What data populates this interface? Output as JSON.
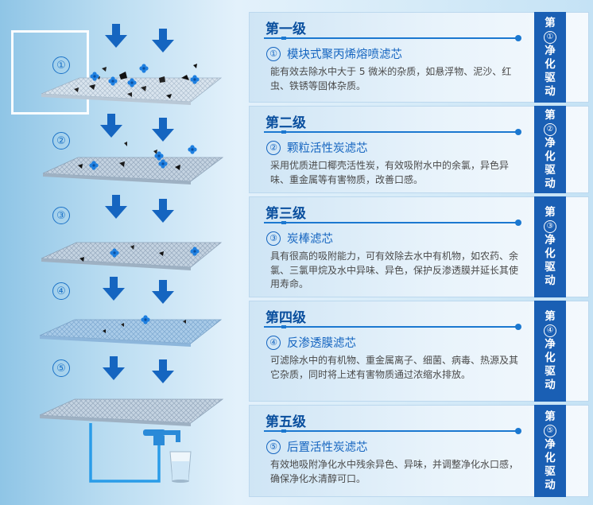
{
  "left_numbers": [
    "①",
    "②",
    "③",
    "④",
    "⑤"
  ],
  "stages": [
    {
      "level": "第一级",
      "num": "①",
      "title": "模块式聚丙烯熔喷滤芯",
      "desc": "能有效去除水中大于 5 微米的杂质，如悬浮物、泥沙、红虫、铁锈等固体杂质。",
      "badge": {
        "top": "第",
        "num": "①",
        "chars": [
          "净",
          "化",
          "驱",
          "动"
        ]
      }
    },
    {
      "level": "第二级",
      "num": "②",
      "title": "颗粒活性炭滤芯",
      "desc": "采用优质进口椰壳活性炭，有效吸附水中的余氯，异色异味、重金属等有害物质，改善口感。",
      "badge": {
        "top": "第",
        "num": "②",
        "chars": [
          "净",
          "化",
          "驱",
          "动"
        ]
      }
    },
    {
      "level": "第三级",
      "num": "③",
      "title": "炭棒滤芯",
      "desc": "具有很高的吸附能力，可有效除去水中有机物，如农药、余氯、三氯甲烷及水中异味、异色，保护反渗透膜并延长其使用寿命。",
      "badge": {
        "top": "第",
        "num": "③",
        "chars": [
          "净",
          "化",
          "驱",
          "动"
        ]
      }
    },
    {
      "level": "第四级",
      "num": "④",
      "title": "反渗透膜滤芯",
      "desc": "可滤除水中的有机物、重金属离子、细菌、病毒、热源及其它杂质，同时将上述有害物质通过浓缩水排放。",
      "badge": {
        "top": "第",
        "num": "④",
        "chars": [
          "净",
          "化",
          "驱",
          "动"
        ]
      }
    },
    {
      "level": "第五级",
      "num": "⑤",
      "title": "后置活性炭滤芯",
      "desc": "有效地吸附净化水中残余异色、异味，并调整净化水口感，确保净化水清醇可口。",
      "badge": {
        "top": "第",
        "num": "⑤",
        "chars": [
          "净",
          "化",
          "驱",
          "动"
        ]
      }
    }
  ],
  "colors": {
    "accent": "#1b78d0",
    "badge_bg": "#1a5fb4",
    "level_text": "#0a4f9e",
    "desc_text": "#4a4a4a",
    "arrow": "#1565c0"
  }
}
